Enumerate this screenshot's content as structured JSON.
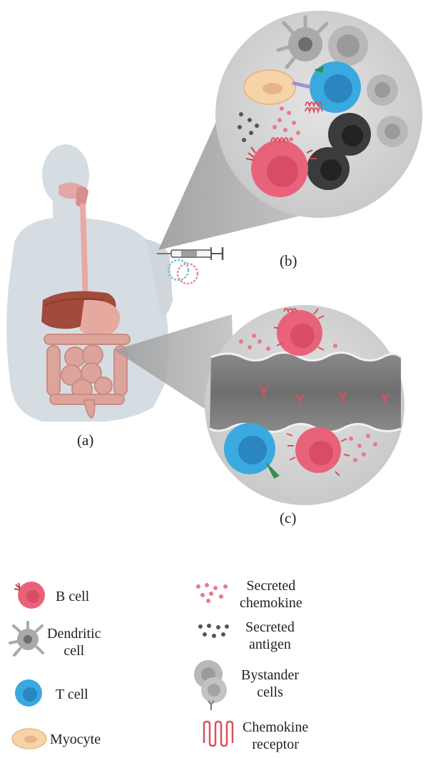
{
  "panels": {
    "a": "(a)",
    "b": "(b)",
    "c": "(c)"
  },
  "legend": {
    "b_cell": "B cell",
    "dendritic_1": "Dendritic",
    "dendritic_2": "cell",
    "t_cell": "T cell",
    "myocyte": "Myocyte",
    "chemokine_1": "Secreted",
    "chemokine_2": "chemokine",
    "antigen_1": "Secreted",
    "antigen_2": "antigen",
    "bystander_1": "Bystander",
    "bystander_2": "cells",
    "receptor_1": "Chemokine",
    "receptor_2": "receptor"
  },
  "colors": {
    "b_cell": "#e8637a",
    "t_cell": "#3aa9df",
    "dendritic": "#a9a9a9",
    "myocyte": "#f6d3a8",
    "bystander": "#b8b8b8",
    "dark_cell": "#3b3b3b",
    "receptor": "#d9515f",
    "body": "#d6dde2",
    "bubble": "#d9d9d9"
  }
}
